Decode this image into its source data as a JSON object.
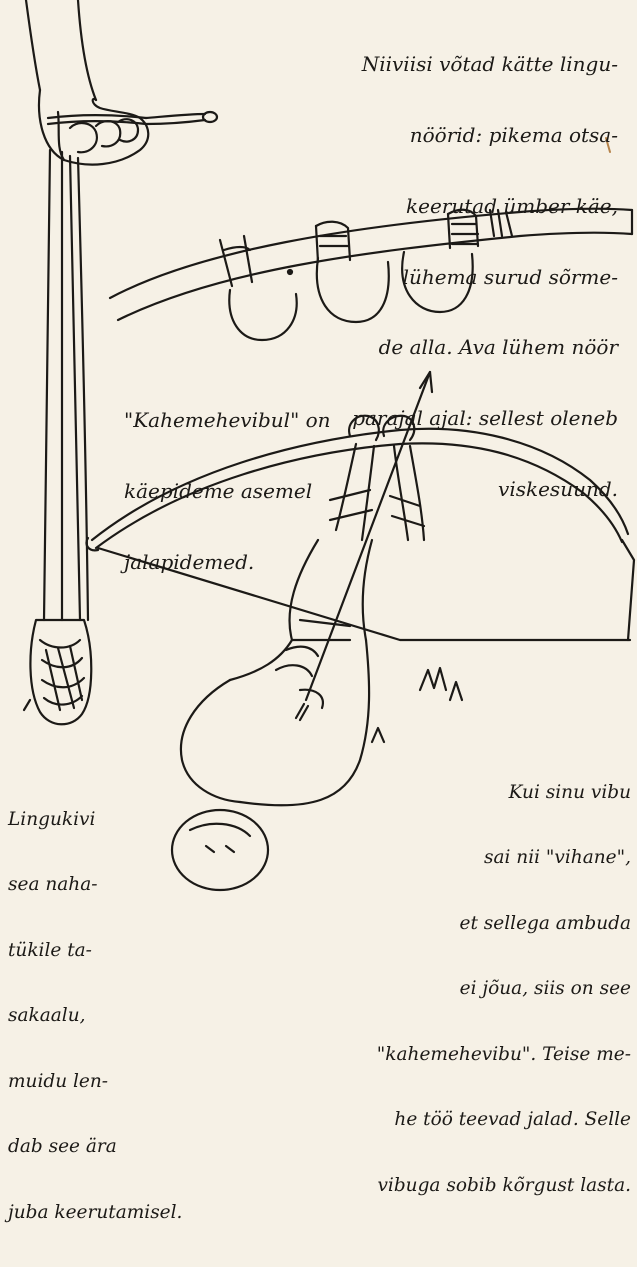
{
  "captions": {
    "top": [
      "Niiviisi võtad kätte lingu-",
      "nöörid: pikema otsa-",
      "keerutad ümber käe,",
      "lühema surud sõrme-",
      "de alla. Ava lühem nöör",
      "parajal ajal: sellest oleneb",
      "viskesuund."
    ],
    "middle": [
      "\"Kahemehevibul\" on",
      "käepideme asemel",
      "jalapidemed."
    ],
    "left": [
      "Lingukivi",
      "sea naha-",
      "tükile ta-",
      "sakaalu,",
      "muidu len-",
      "dab see ära",
      "juba keerutamisel."
    ],
    "right": [
      "Kui sinu vibu",
      "sai nii \"vihane\",",
      "et sellega ambuda",
      "ei jõua, siis on see",
      "\"kahemehevibu\". Teise me-",
      "he töö teevad jalad. Selle",
      "vibuga sobib kõrgust lasta."
    ]
  },
  "illustrations": {
    "sling_in_hand": "sling-in-hand-drawing",
    "bow_grip": "bow-grip-loops-drawing",
    "two_man_bow": "two-man-bow-drawing"
  },
  "colors": {
    "paper": "#f6f1e6",
    "ink": "#1c1a17",
    "accent": "#b5834a"
  }
}
